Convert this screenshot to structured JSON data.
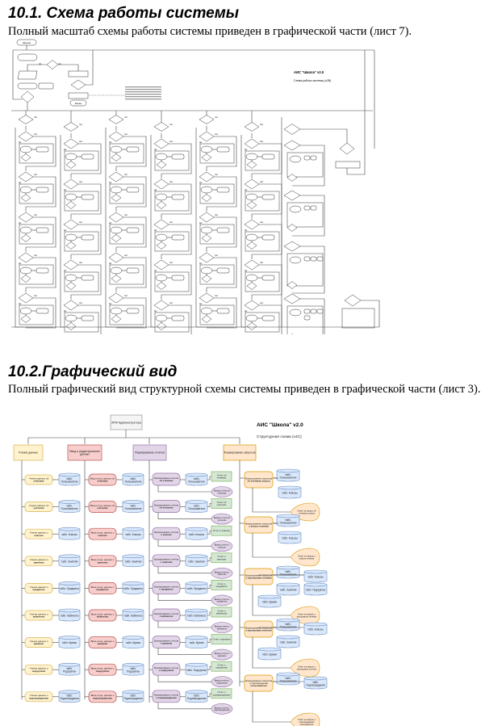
{
  "section1": {
    "heading": "10.1. Схема работы системы",
    "text": "Полный масштаб схемы работы системы приведен в графической части (лист 7).",
    "diagram": {
      "title": "АИС \"Школа\" v2.0",
      "subtitle": "Схема работы системы (v2B)",
      "start": "Начало",
      "end": "Конец",
      "yes": "Да",
      "no": "Нет"
    }
  },
  "section2": {
    "heading": "10.2.Графический вид",
    "text": "Полный графический вид структурной схемы системы приведен в графической части (лист 3).",
    "diagram": {
      "title": "АИС \"Школа\" v2.0",
      "subtitle": "Структурная схема (v4C)",
      "root": "АРМ Администратора",
      "colors": {
        "read": "#fff2cc",
        "edit": "#f8cecc",
        "report": "#e1d5e7",
        "query": "#ffe6cc",
        "table": "#dae8fc",
        "output": "#d5e8d4"
      },
      "columns": [
        "Чтение данных",
        "Ввод и редактирование данных",
        "Формирование отчетов",
        "Формирование запросов"
      ],
      "rows": [
        {
          "read": "Чтение данных об учениках",
          "edit": "Ввод и ред. данных об учениках",
          "report": "Формирование отчетов об учениках",
          "table": "табл. Пользователи",
          "out": "Отчет об учениках",
          "print": "Вывод отчета об учениках"
        },
        {
          "read": "Чтение данных об учителях",
          "edit": "Ввод и ред. данных об учителях",
          "report": "Формирование отчетов об учителях",
          "table": "табл. Пользователи",
          "out": "Отчет об учителях",
          "print": "Вывод отчета об учителях"
        },
        {
          "read": "Чтение данных о классах",
          "edit": "Ввод и ред. данных о классах",
          "report": "Формирование отчетов о классах",
          "table": "табл. Классы",
          "out": "Отчет о классах",
          "print": "Вывод отчета о классах"
        },
        {
          "read": "Чтение данных о занятиях",
          "edit": "Ввод и ред. данных о занятиях",
          "report": "Формирование отчетов о занятиях",
          "table": "табл. Занятия",
          "out": "Отчет о занятиях",
          "print": "Вывод отчета о занятиях"
        },
        {
          "read": "Чтение данных о предметах",
          "edit": "Ввод и ред. данных о предметах",
          "report": "Формирование отчетов о предметах",
          "table": "табл. Предметы",
          "out": "Отчет о предметах",
          "print": "Вывод отчета о предметах"
        },
        {
          "read": "Чтение данных о кабинетах",
          "edit": "Ввод и ред. данных о кабинетах",
          "report": "Формирование отчетов о кабинетах",
          "table": "табл. Кабинеты",
          "out": "Отчет о кабинетах",
          "print": "Вывод отчета о кабинетах"
        },
        {
          "read": "Чтение данных о времени",
          "edit": "Ввод и ред. данных о времени",
          "report": "Формирование отчетов о времени",
          "table": "табл. Время",
          "out": "Отчет о времени",
          "print": "Вывод отчета о времени"
        },
        {
          "read": "Чтение данных о подгруппах",
          "edit": "Ввод и ред. данных о подгруппах",
          "report": "Формирование отчетов о подгруппах",
          "table": "табл. Подгруппы",
          "out": "Отчет о подгруппах",
          "print": "Вывод отчета о подгруппах"
        },
        {
          "read": "Чтение данных о подтверждениях",
          "edit": "Ввод и ред. данных о подтверждениях",
          "report": "Формирование отчетов о подтверждениях",
          "table": "табл. Подтверждения",
          "out": "Отчет о подтверждениях",
          "print": "Вывод отчета о подтверждениях"
        }
      ],
      "queries": [
        {
          "label": "Формирование запросов об учениках класса",
          "tables": [
            "табл. Пользователи",
            "табл. Классы"
          ],
          "answer": "Ответ на запрос об учениках класса"
        },
        {
          "label": "Формирование запросов о классе ученика",
          "tables": [
            "табл. Пользователи",
            "табл. Классы"
          ],
          "answer": "Ответ на запрос о классе ученика"
        },
        {
          "label": "Формирование запросов о расписании ученика",
          "tables": [
            "табл. Пользователи",
            "табл. Классы",
            "табл. Занятия",
            "табл. Подгруппы",
            "табл. Время"
          ],
          "answer": "Ответ на запрос о расписании ученика"
        },
        {
          "label": "Формирование запросов о расписании учителя",
          "tables": [
            "табл. Пользователи",
            "табл. Классы",
            "табл. Занятия",
            "табл. Время"
          ],
          "answer": "Ответ на запрос о расписании учителя"
        },
        {
          "label": "Формирование запросов о подтверждении пользователя",
          "tables": [
            "табл. Пользователи",
            "табл. Подтверждения"
          ],
          "answer": "Ответ на запрос о подтверждении пользователя"
        }
      ]
    }
  }
}
